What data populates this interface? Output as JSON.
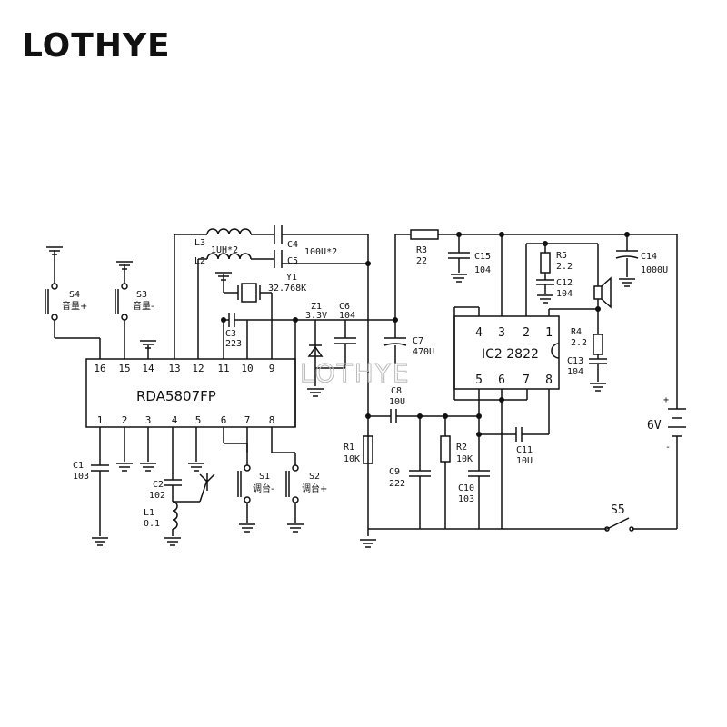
{
  "brand": "LOTHYE",
  "watermark": "LOTHYE",
  "ic1": {
    "name": "RDA5807FP",
    "pins_top": [
      "16",
      "15",
      "14",
      "13",
      "12",
      "11",
      "10",
      "9"
    ],
    "pins_bottom": [
      "1",
      "2",
      "3",
      "4",
      "5",
      "6",
      "7",
      "8"
    ]
  },
  "ic2": {
    "name": "IC2 2822",
    "pins_top": [
      "4",
      "3",
      "2",
      "1"
    ],
    "pins_bottom": [
      "5",
      "6",
      "7",
      "8"
    ]
  },
  "labels": {
    "L3": "L3",
    "L3v": "1UH*2",
    "L2": "L2",
    "C4": "C4",
    "C5": "C5",
    "C4v": "100U*2",
    "Y1": "Y1",
    "Y1v": "32.768K",
    "C3": "C3",
    "C3v": "223",
    "Z1": "Z1",
    "Z1v": "3.3V",
    "C6": "C6",
    "C6v": "104",
    "C7": "C7",
    "C7v": "470U",
    "R3": "R3",
    "R3v": "22",
    "C15": "C15",
    "C15v": "104",
    "R5": "R5",
    "R5v": "2.2",
    "C12": "C12",
    "C12v": "104",
    "C14": "C14",
    "C14v": "1000U",
    "R4": "R4",
    "R4v": "2.2",
    "C13": "C13",
    "C13v": "104",
    "C8": "C8",
    "C8v": "10U",
    "R1": "R1",
    "R1v": "10K",
    "R2": "R2",
    "R2v": "10K",
    "C9": "C9",
    "C9v": "222",
    "C10": "C10",
    "C10v": "103",
    "C11": "C11",
    "C11v": "10U",
    "C1": "C1",
    "C1v": "103",
    "C2": "C2",
    "C2v": "102",
    "L1": "L1",
    "L1v": "0.1",
    "S1": "S1",
    "S1v": "调台-",
    "S2": "S2",
    "S2v": "调台+",
    "S3": "S3",
    "S3v": "音量-",
    "S4": "S4",
    "S4v": "音量+",
    "S5": "S5",
    "batt": "6V",
    "plus": "+",
    "minus": "-"
  }
}
